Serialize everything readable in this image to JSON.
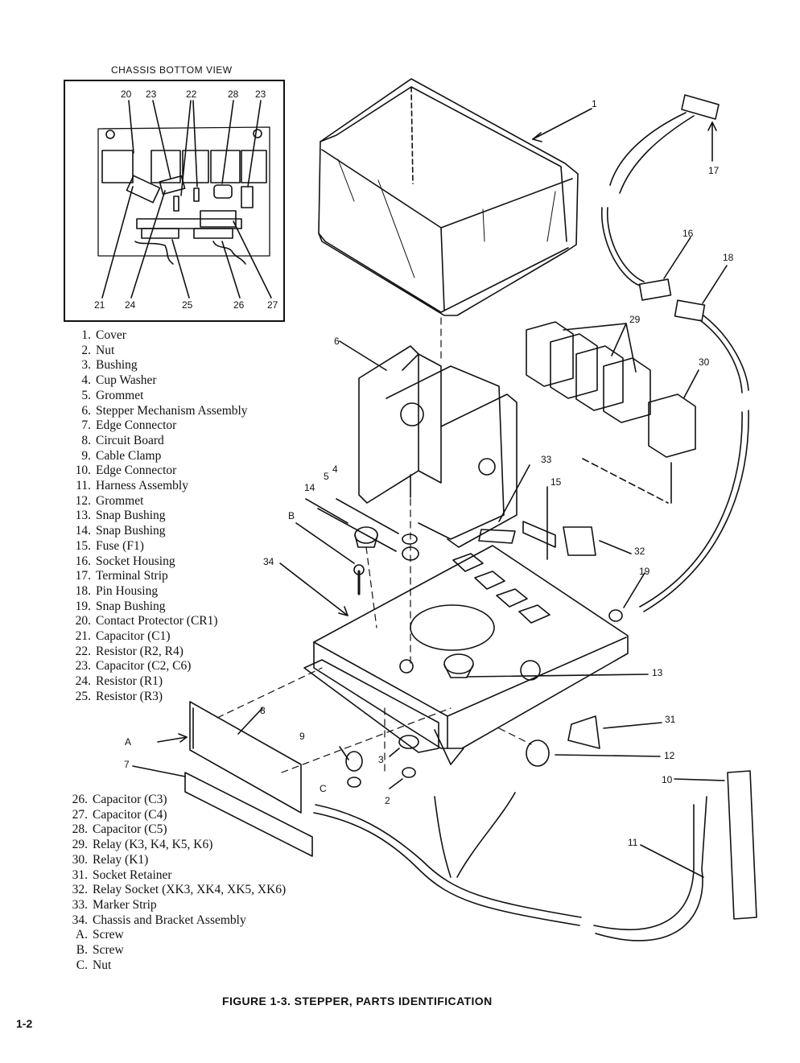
{
  "inset": {
    "title": "CHASSIS BOTTOM VIEW",
    "top_callouts": [
      "20",
      "23",
      "22",
      "28",
      "23"
    ],
    "bottom_callouts": [
      "21",
      "24",
      "25",
      "26",
      "27"
    ]
  },
  "callouts": {
    "c1": "1",
    "c17": "17",
    "c16": "16",
    "c18": "18",
    "c29": "29",
    "c30": "30",
    "c6": "6",
    "c4": "4",
    "c5": "5",
    "c14": "14",
    "cB": "B",
    "c34": "34",
    "c33": "33",
    "c15": "15",
    "c32": "32",
    "c19": "19",
    "c13": "13",
    "c8": "8",
    "cA": "A",
    "c7": "7",
    "c9": "9",
    "c3": "3",
    "cC": "C",
    "c2": "2",
    "c31": "31",
    "c12": "12",
    "c10": "10",
    "c11": "11"
  },
  "parts_list_a": [
    {
      "num": "1.",
      "name": "Cover"
    },
    {
      "num": "2.",
      "name": "Nut"
    },
    {
      "num": "3.",
      "name": "Bushing"
    },
    {
      "num": "4.",
      "name": "Cup Washer"
    },
    {
      "num": "5.",
      "name": "Grommet"
    },
    {
      "num": "6.",
      "name": "Stepper Mechanism Assembly"
    },
    {
      "num": "7.",
      "name": "Edge Connector"
    },
    {
      "num": "8.",
      "name": "Circuit Board"
    },
    {
      "num": "9.",
      "name": "Cable Clamp"
    },
    {
      "num": "10.",
      "name": "Edge Connector"
    },
    {
      "num": "11.",
      "name": "Harness Assembly"
    },
    {
      "num": "12.",
      "name": "Grommet"
    },
    {
      "num": "13.",
      "name": "Snap Bushing"
    },
    {
      "num": "14.",
      "name": "Snap Bushing"
    },
    {
      "num": "15.",
      "name": "Fuse (F1)"
    },
    {
      "num": "16.",
      "name": "Socket Housing"
    },
    {
      "num": "17.",
      "name": "Terminal Strip"
    },
    {
      "num": "18.",
      "name": "Pin Housing"
    },
    {
      "num": "19.",
      "name": "Snap Bushing"
    },
    {
      "num": "20.",
      "name": "Contact Protector (CR1)"
    },
    {
      "num": "21.",
      "name": "Capacitor (C1)"
    },
    {
      "num": "22.",
      "name": "Resistor (R2, R4)"
    },
    {
      "num": "23.",
      "name": "Capacitor (C2, C6)"
    },
    {
      "num": "24.",
      "name": "Resistor (R1)"
    },
    {
      "num": "25.",
      "name": "Resistor (R3)"
    }
  ],
  "parts_list_b": [
    {
      "num": "26.",
      "name": "Capacitor (C3)"
    },
    {
      "num": "27.",
      "name": "Capacitor (C4)"
    },
    {
      "num": "28.",
      "name": "Capacitor (C5)"
    },
    {
      "num": "29.",
      "name": "Relay (K3, K4, K5, K6)"
    },
    {
      "num": "30.",
      "name": "Relay (K1)"
    },
    {
      "num": "31.",
      "name": "Socket Retainer"
    },
    {
      "num": "32.",
      "name": "Relay Socket (XK3, XK4, XK5, XK6)"
    },
    {
      "num": "33.",
      "name": "Marker Strip"
    },
    {
      "num": "34.",
      "name": "Chassis and Bracket Assembly"
    },
    {
      "num": "A.",
      "name": "Screw"
    },
    {
      "num": "B.",
      "name": "Screw"
    },
    {
      "num": "C.",
      "name": "Nut"
    }
  ],
  "caption": "FIGURE 1-3. STEPPER, PARTS IDENTIFICATION",
  "page_number": "1-2"
}
